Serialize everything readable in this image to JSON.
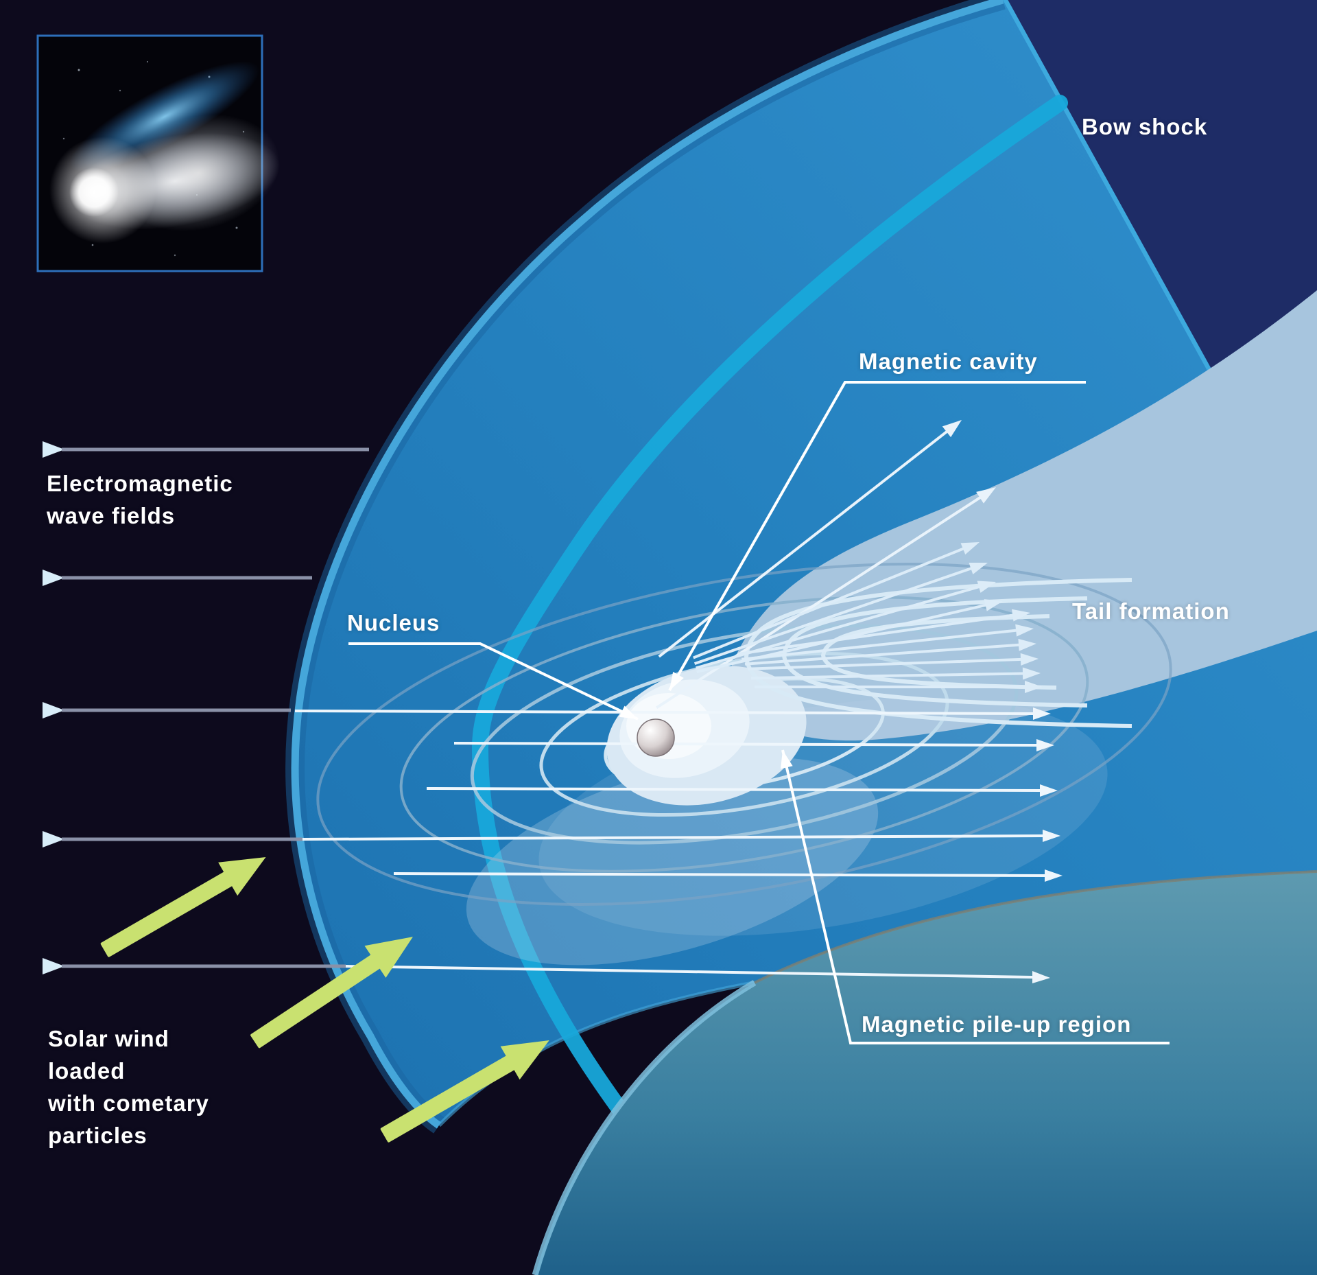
{
  "labels": {
    "bow_shock": "Bow shock",
    "magnetic_cavity": "Magnetic cavity",
    "tail_formation": "Tail formation",
    "nucleus": "Nucleus",
    "magnetic_pileup_region": "Magnetic pile-up region",
    "em_wave_fields_lines": [
      "Electromagnetic",
      "wave fields"
    ],
    "solar_wind_lines": [
      "Solar wind",
      "loaded",
      "with cometary",
      "particles"
    ]
  },
  "inset": {
    "description": "photo of a comet with white dust tail and blue ion tail"
  },
  "colors": {
    "bg": "#0d0a1d",
    "navy": "#1e2c66",
    "cyan": "#18a8da",
    "wedge": "#a7c5de",
    "green": "#c9e170",
    "linegray": "#8a91a8",
    "text": "#ffffff"
  }
}
